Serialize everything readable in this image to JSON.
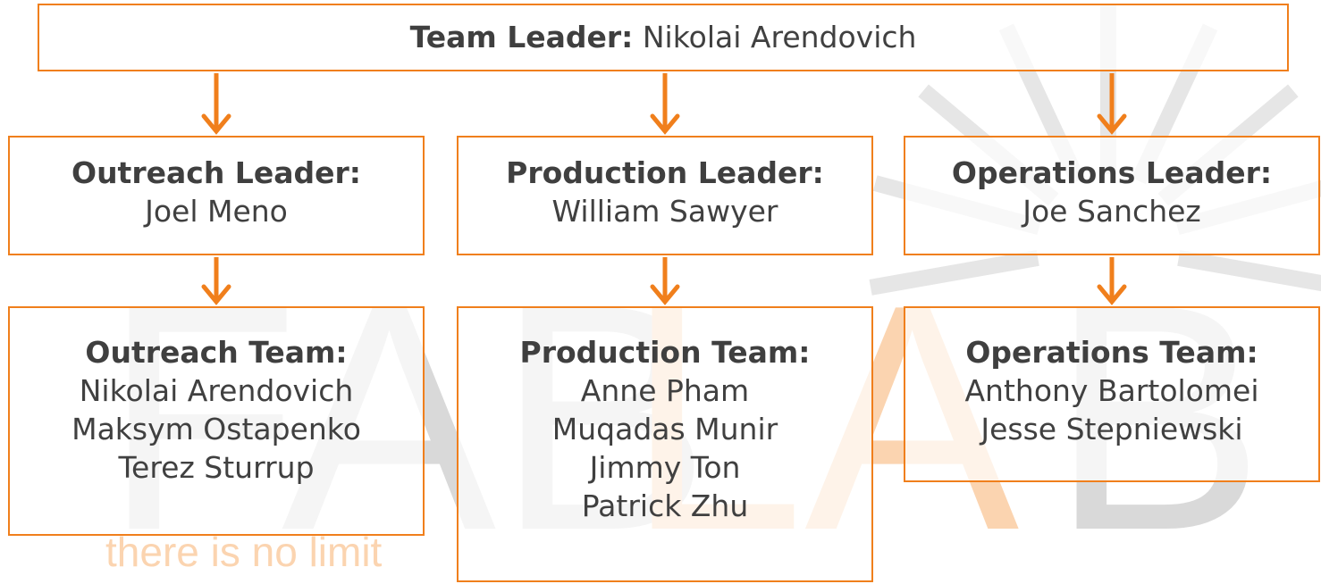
{
  "colors": {
    "accent": "#f07f1c",
    "text": "#404040",
    "watermark_gray": "#d9d9d9",
    "watermark_orange": "#fbd4b0"
  },
  "watermark": {
    "letters_gray": "FAB",
    "letters_orange": "LA",
    "letters_gray_2": "B",
    "tagline": "there is no limit"
  },
  "leader": {
    "label": "Team Leader:",
    "name": "Nikolai Arendovich"
  },
  "columns": [
    {
      "lead_label": "Outreach Leader:",
      "lead_name": "Joel Meno",
      "team_label": "Outreach Team:",
      "members": [
        "Nikolai Arendovich",
        "Maksym Ostapenko",
        "Terez Sturrup"
      ]
    },
    {
      "lead_label": "Production Leader:",
      "lead_name": "William Sawyer",
      "team_label": "Production Team:",
      "members": [
        "Anne Pham",
        "Muqadas Munir",
        "Jimmy Ton",
        "Patrick Zhu"
      ]
    },
    {
      "lead_label": "Operations Leader:",
      "lead_name": "Joe Sanchez",
      "team_label": "Operations Team:",
      "members": [
        "Anthony Bartolomei",
        "Jesse Stepniewski"
      ]
    }
  ]
}
